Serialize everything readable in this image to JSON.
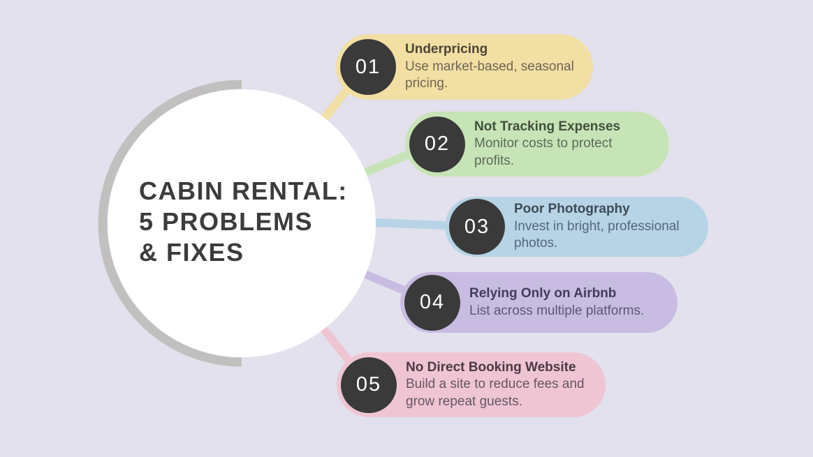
{
  "page": {
    "background_color": "#e2e1ed"
  },
  "center": {
    "title_line1": "CABIN RENTAL:",
    "title_line2": "5 PROBLEMS",
    "title_line3": "& FIXES",
    "title_color": "#3e3c3b",
    "circle_color": "#ffffff",
    "arc_color": "#c2c0be"
  },
  "badge_color": "#3a3a3a",
  "items": [
    {
      "number": "01",
      "title": "Underpricing",
      "body": "Use market-based, seasonal pricing.",
      "pill_color": "#f2dfa3"
    },
    {
      "number": "02",
      "title": "Not Tracking Expenses",
      "body": "Monitor costs to protect profits.",
      "pill_color": "#c7e4b6"
    },
    {
      "number": "03",
      "title": "Poor Photography",
      "body": "Invest in bright, professional photos.",
      "pill_color": "#b6d4e5"
    },
    {
      "number": "04",
      "title": "Relying Only on Airbnb",
      "body": "List across multiple platforms.",
      "pill_color": "#c9bce3"
    },
    {
      "number": "05",
      "title": "No Direct Booking Website",
      "body": "Build a site to reduce fees and grow repeat guests.",
      "pill_color": "#efc5d4"
    }
  ]
}
